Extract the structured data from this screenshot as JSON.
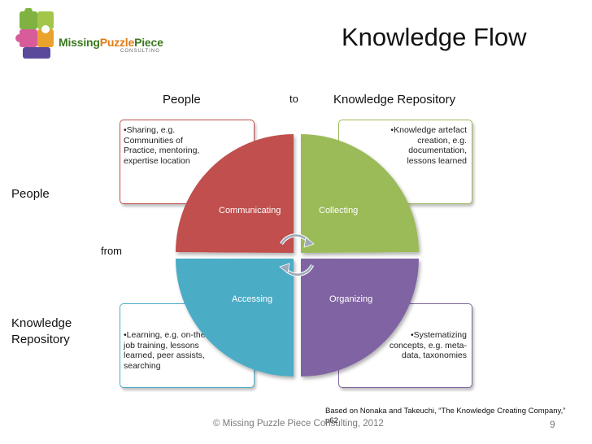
{
  "slide": {
    "title": "Knowledge Flow",
    "logo_name_a": "Missing",
    "logo_name_b": "Puzzle",
    "logo_name_c": "Piece",
    "logo_sub": "CONSULTING",
    "header_to_left": "People",
    "header_to_mid": "to",
    "header_to_right": "Knowledge Repository",
    "row_from_top": "People",
    "row_from_mid": "from",
    "row_from_bottom_1": "Knowledge",
    "row_from_bottom_2": "Repository",
    "footer_copyright": "© Missing Puzzle Piece Consulting, 2012",
    "citation": "Based on Nonaka and Takeuchi, “The Knowledge Creating Company,” p62",
    "page_number": "9"
  },
  "quadrants": {
    "communicating": {
      "label": "Communicating",
      "color": "#c0504d",
      "border": "#c0504d",
      "bullet": "•Sharing, e.g. Communities of Practice, mentoring, expertise location"
    },
    "collecting": {
      "label": "Collecting",
      "color": "#9bbb59",
      "border": "#9bbb59",
      "bullet": "•Knowledge artefact creation, e.g. documentation, lessons learned"
    },
    "accessing": {
      "label": "Accessing",
      "color": "#4bacc6",
      "border": "#4bacc6",
      "bullet": "•Learning, e.g. on-the-job training, lessons learned, peer assists, searching"
    },
    "organizing": {
      "label": "Organizing",
      "color": "#8064a2",
      "border": "#8064a2",
      "bullet": "•Systematizing concepts, e.g. meta-data, taxonomies"
    }
  }
}
